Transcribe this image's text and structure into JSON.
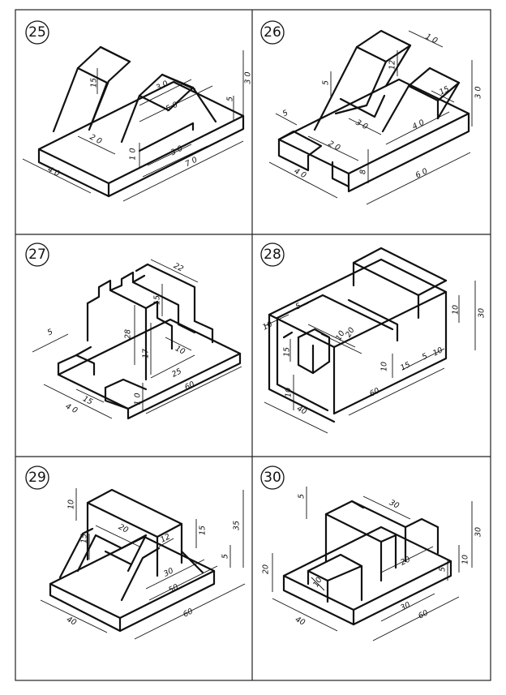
{
  "panels": [
    {
      "number": "25",
      "dims": {
        "d15": "15",
        "d30a": "3 0",
        "d30b": "3 0",
        "d50": "5 0",
        "d5": "5",
        "d20": "2 0",
        "d10": "1 0",
        "d30c": "3 0",
        "d70": "7 0",
        "d40": "4 0"
      }
    },
    {
      "number": "26",
      "dims": {
        "d10a": "1 0",
        "d12": "12",
        "d5a": "5",
        "d30a": "3 0",
        "d15": "15",
        "d5b": "5",
        "d30b": "3 0",
        "d20": "2 0",
        "d40a": "4 0",
        "d8": "8",
        "d60": "6 0",
        "d40b": "4 0"
      }
    },
    {
      "number": "27",
      "dims": {
        "d22": "22",
        "d15": "15",
        "d5": "5",
        "d28": "28",
        "d17": "17",
        "d10a": "10",
        "d25": "25",
        "d15b": "15",
        "d40": "4 0",
        "d10b": "1 0",
        "d60": "60"
      }
    },
    {
      "number": "28",
      "dims": {
        "d10a": "10",
        "d5a": "5",
        "d10b": "10",
        "d20": "20",
        "d15a": "15",
        "d10c": "10",
        "d10d": "10",
        "d30": "30",
        "d10e": "10",
        "d15b": "15",
        "d5b": "5",
        "d10f": "10",
        "d60": "60",
        "d40": "40"
      }
    },
    {
      "number": "29",
      "dims": {
        "d10": "10",
        "d20": "20",
        "d15a": "15",
        "d12": "12",
        "d15b": "15",
        "d35": "35",
        "d5": "5",
        "d30": "30",
        "d50": "50",
        "d60": "60",
        "d40": "40"
      }
    },
    {
      "number": "30",
      "dims": {
        "d5a": "5",
        "d30a": "30",
        "d30b": "30",
        "d20a": "20",
        "d10a": "10",
        "d20b": "20",
        "d10b": "10",
        "d5b": "5",
        "d30c": "30",
        "d60": "60",
        "d40": "40"
      }
    }
  ]
}
